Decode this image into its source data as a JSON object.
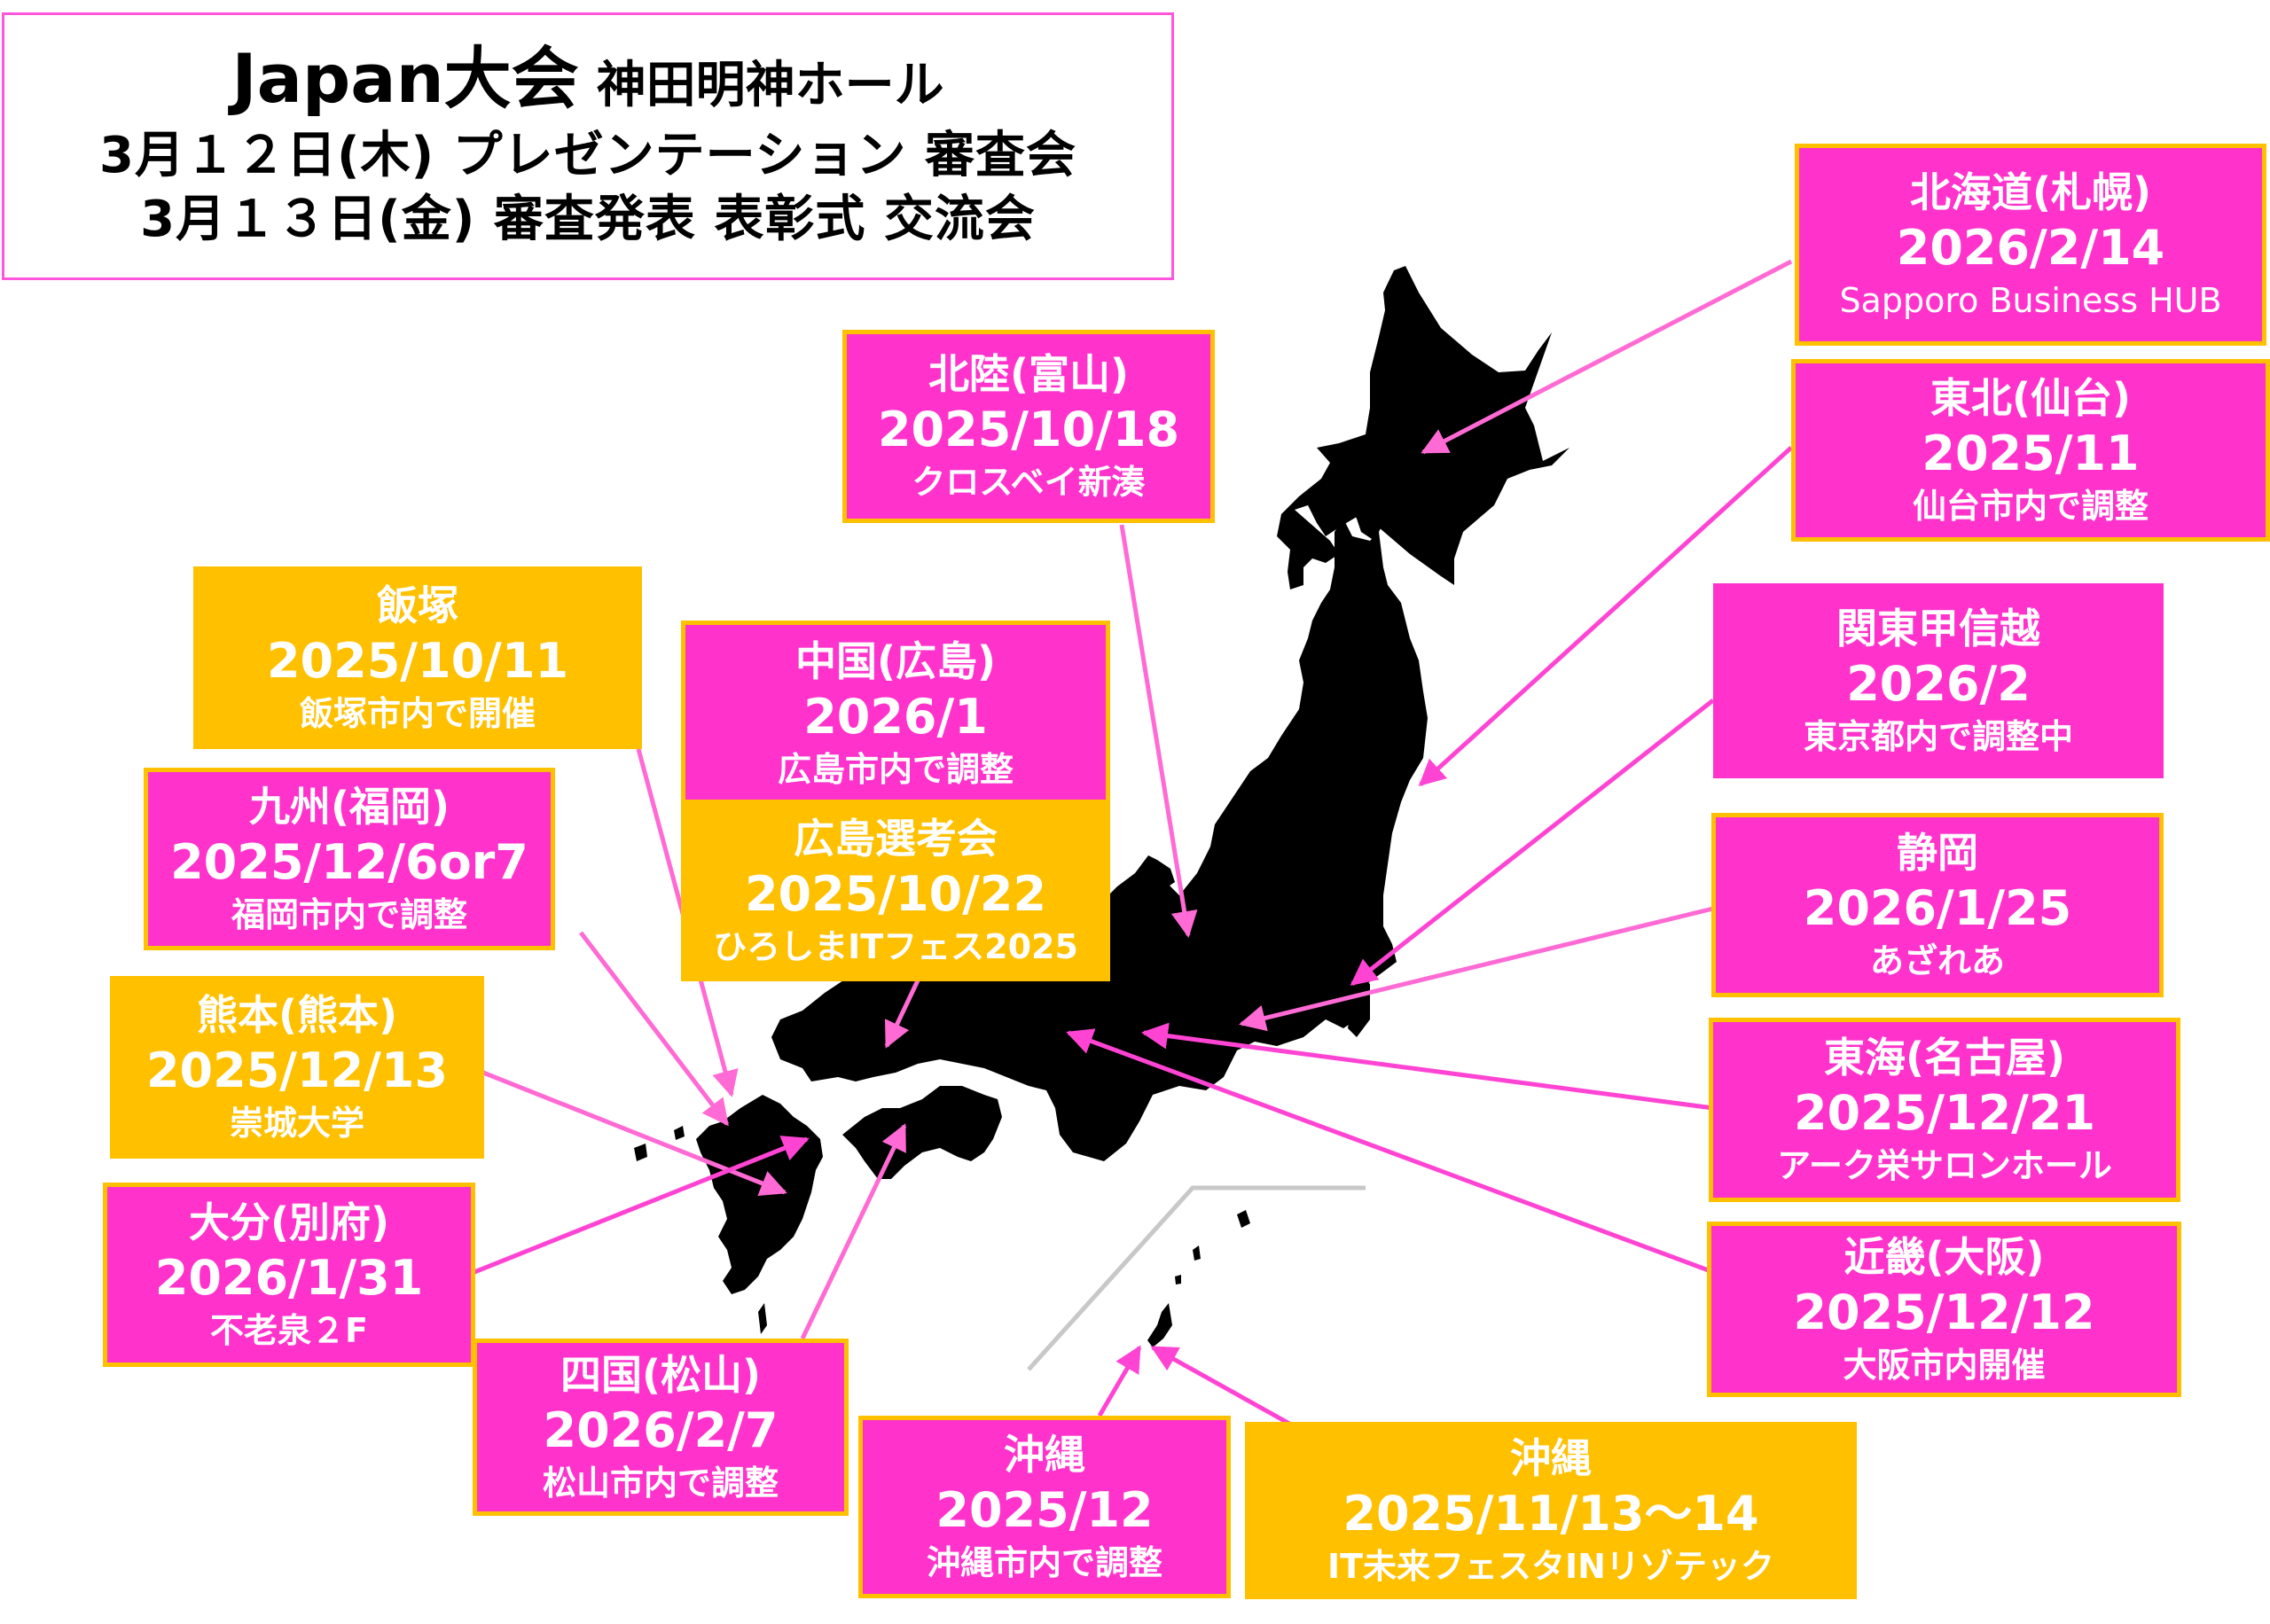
{
  "title": {
    "line1_main": "Japan大会",
    "line1_venue": "神田明神ホール",
    "line2": "3月１２日(木)  プレゼンテーション 審査会",
    "line3": "3月１３日(金)  審査発表  表彰式  交流会"
  },
  "colors": {
    "official_event": "#ff33cc",
    "partner_event": "#ffc000",
    "arrow": "#ff55dd",
    "map_land": "#000000",
    "title_border": "#ff55dd"
  },
  "events": [
    {
      "id": "hokkaido",
      "region": "北海道(札幌)",
      "date": "2026/2/14",
      "venue": "Sapporo Business HUB",
      "type": "official"
    },
    {
      "id": "tohoku",
      "region": "東北(仙台)",
      "date": "2025/11",
      "venue": "仙台市内で調整",
      "type": "official"
    },
    {
      "id": "hokuriku",
      "region": "北陸(富山)",
      "date": "2025/10/18",
      "venue": "クロスベイ新湊",
      "type": "official"
    },
    {
      "id": "kanto",
      "region": "関東甲信越",
      "date": "2026/2",
      "venue": "東京都内で調整中",
      "type": "official"
    },
    {
      "id": "shizuoka",
      "region": "静岡",
      "date": "2026/1/25",
      "venue": "あざれあ",
      "type": "official"
    },
    {
      "id": "tokai",
      "region": "東海(名古屋)",
      "date": "2025/12/21",
      "venue": "アーク栄サロンホール",
      "type": "official"
    },
    {
      "id": "kinki",
      "region": "近畿(大阪)",
      "date": "2025/12/12",
      "venue": "大阪市内開催",
      "type": "official"
    },
    {
      "id": "chugoku",
      "region": "中国(広島)",
      "date": "2026/1",
      "venue": "広島市内で調整",
      "type": "official"
    },
    {
      "id": "hiroshima-senkou",
      "region": "広島選考会",
      "date": "2025/10/22",
      "venue": "ひろしまITフェス2025",
      "type": "partner"
    },
    {
      "id": "iizuka",
      "region": "飯塚",
      "date": "2025/10/11",
      "venue": "飯塚市内で開催",
      "type": "partner"
    },
    {
      "id": "kyushu",
      "region": "九州(福岡)",
      "date": "2025/12/6or7",
      "venue": "福岡市内で調整",
      "type": "official"
    },
    {
      "id": "kumamoto",
      "region": "熊本(熊本)",
      "date": "2025/12/13",
      "venue": "崇城大学",
      "type": "partner"
    },
    {
      "id": "oita",
      "region": "大分(別府)",
      "date": "2026/1/31",
      "venue": "不老泉２F",
      "type": "official"
    },
    {
      "id": "shikoku",
      "region": "四国(松山)",
      "date": "2026/2/7",
      "venue": "松山市内で調整",
      "type": "official"
    },
    {
      "id": "okinawa",
      "region": "沖縄",
      "date": "2025/12",
      "venue": "沖縄市内で調整",
      "type": "official"
    },
    {
      "id": "okinawa-it",
      "region": "沖縄",
      "date": "2025/11/13～14",
      "venue": "IT未来フェスタINリゾテック",
      "type": "partner"
    }
  ]
}
